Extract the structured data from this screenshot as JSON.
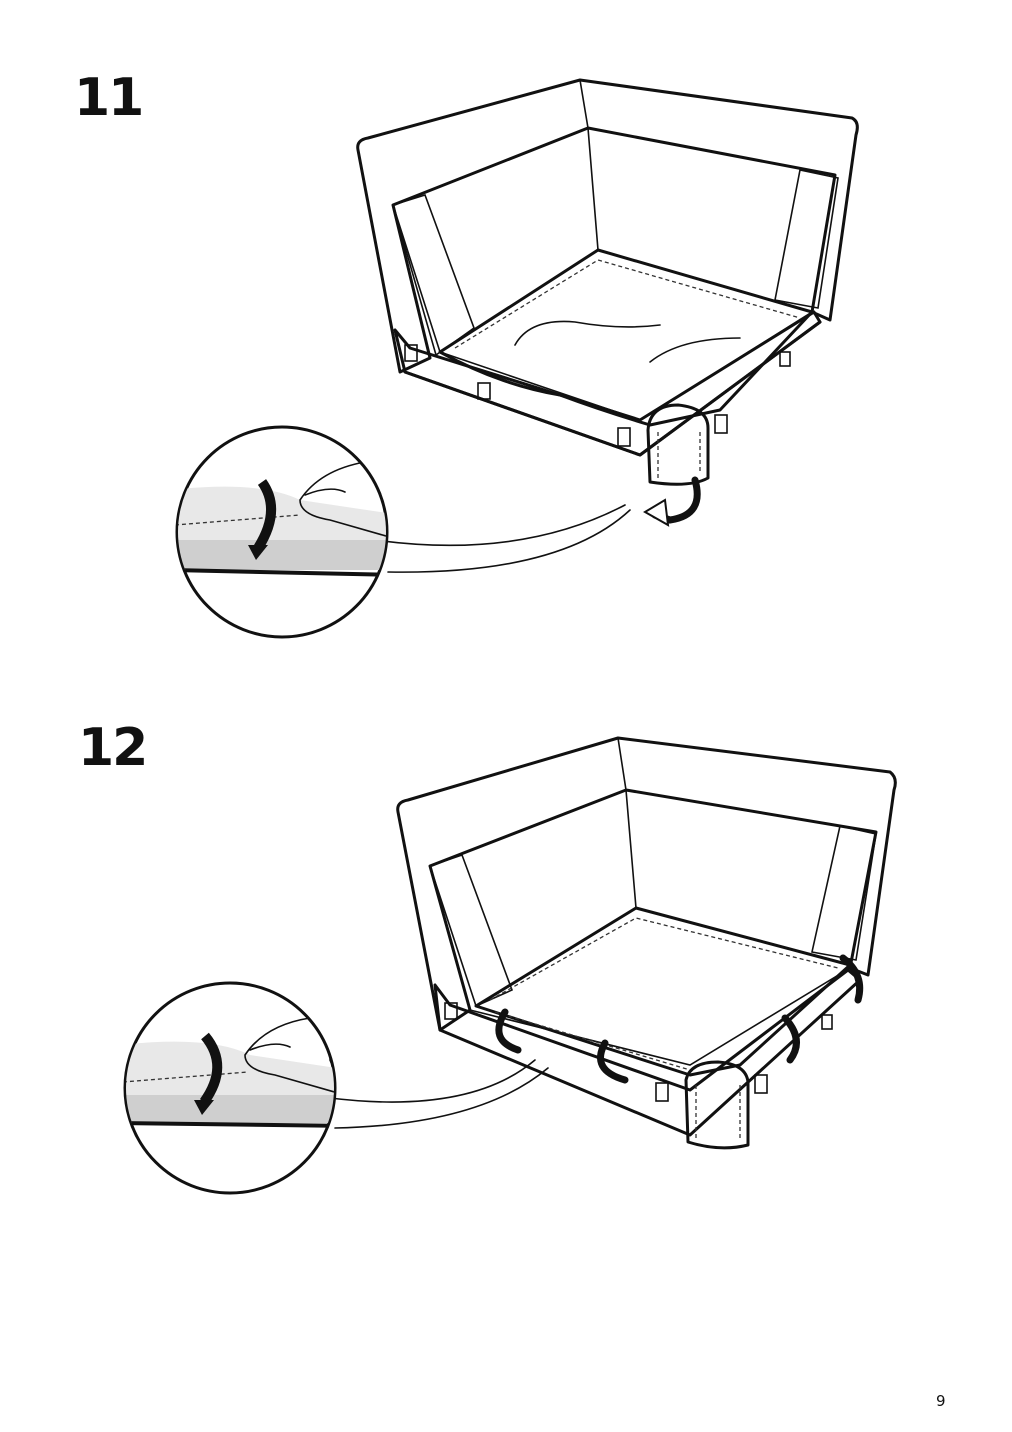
{
  "steps": [
    {
      "number": "11"
    },
    {
      "number": "12"
    }
  ],
  "page_number": "9",
  "colors": {
    "back_panel": "#bdbdbd",
    "seat": "#d9d9d9",
    "inner_wall": "#e0e0e0",
    "outline": "#111111",
    "arrow": "#111111",
    "background": "#ffffff"
  }
}
